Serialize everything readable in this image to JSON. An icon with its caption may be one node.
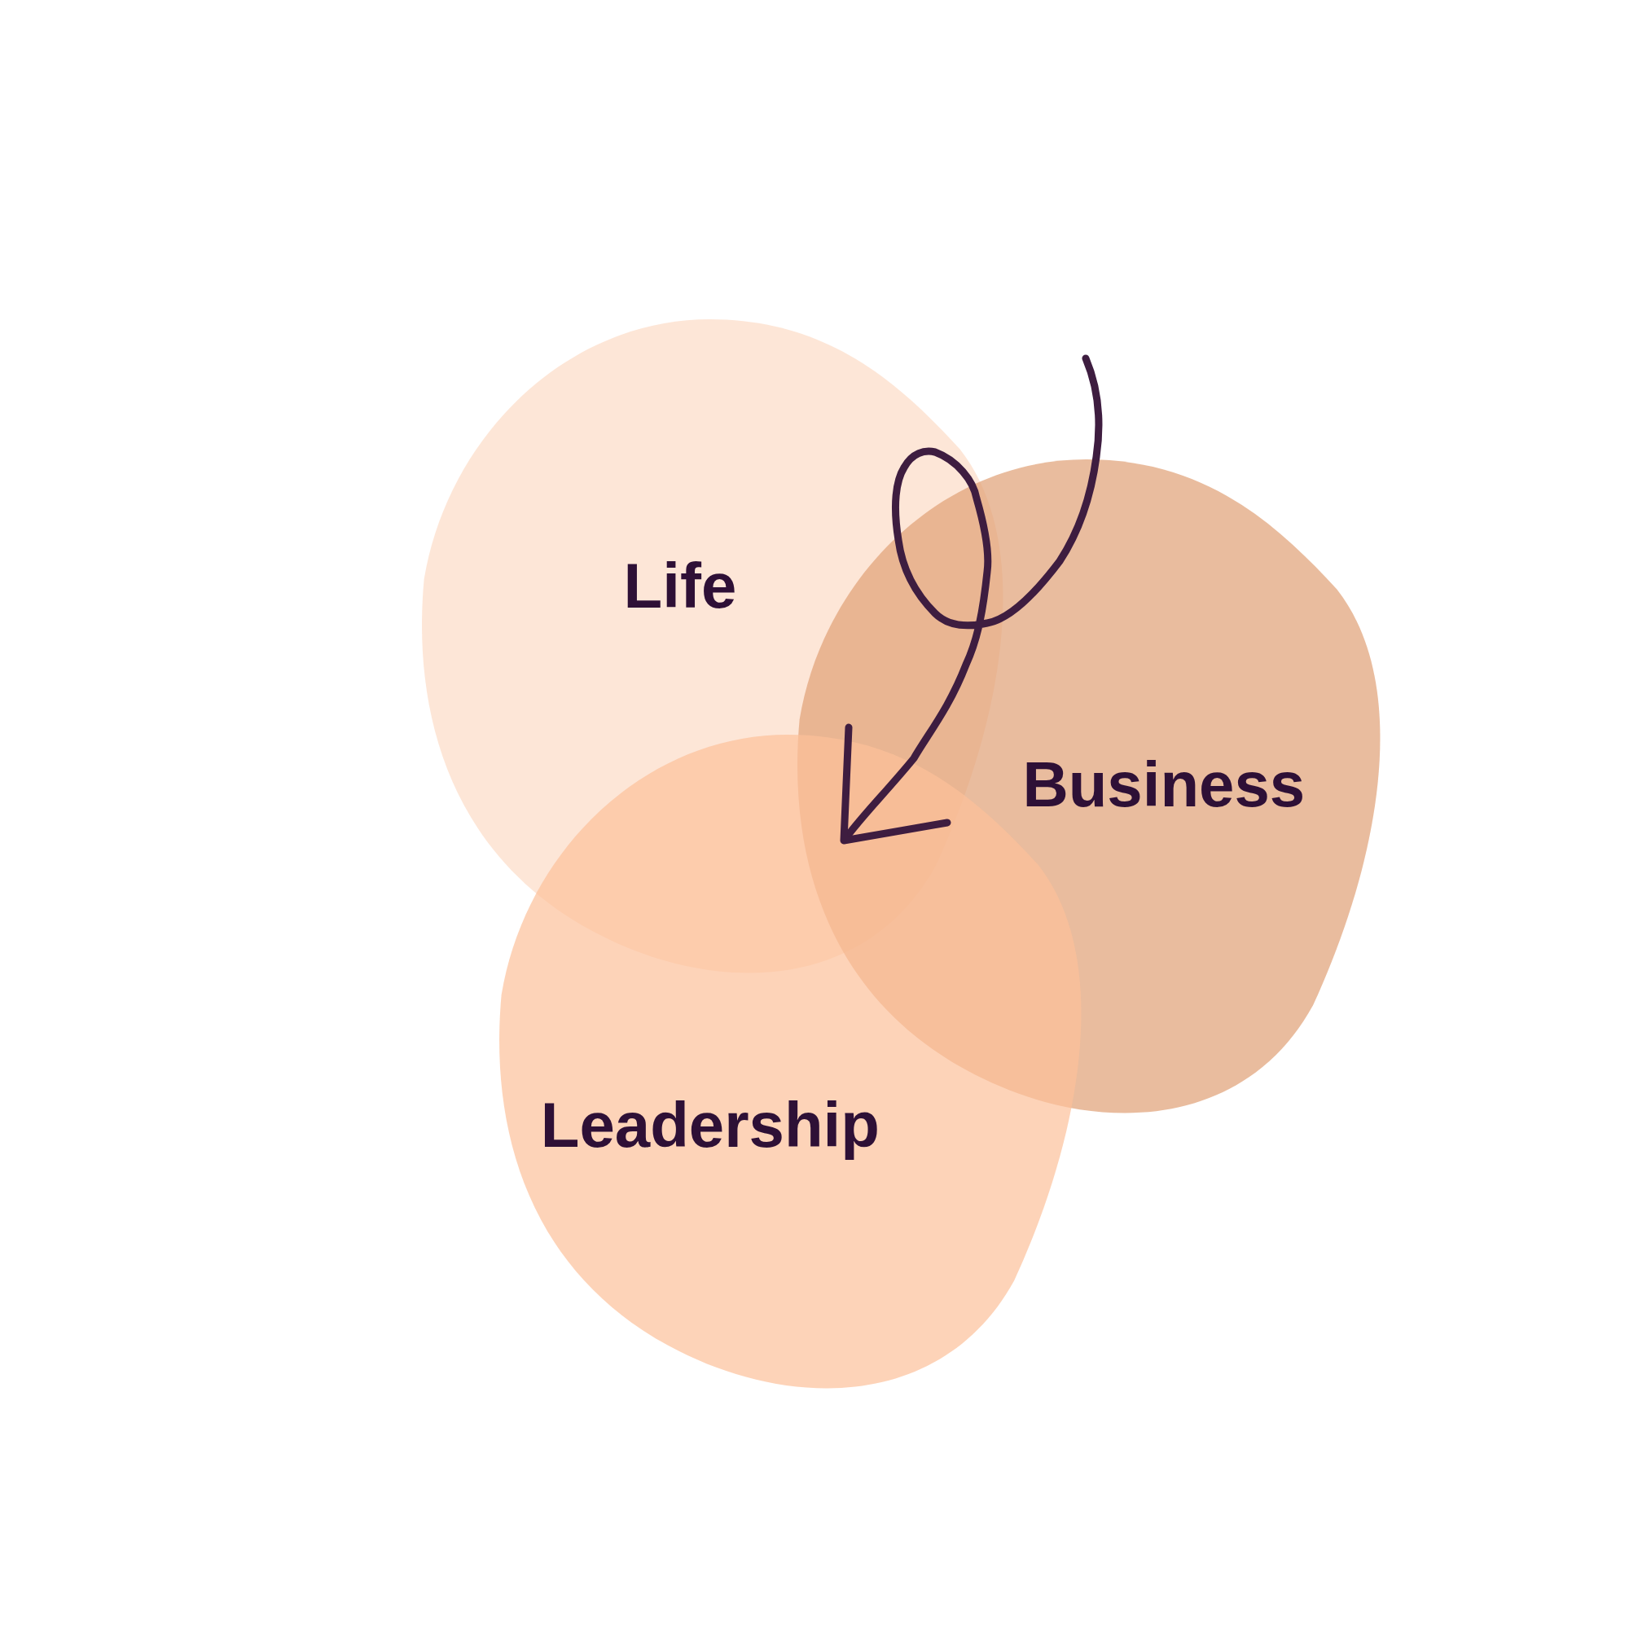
{
  "diagram": {
    "nodes": [
      {
        "text": [
          "Life"
        ]
      },
      {
        "text": [
          "Business"
        ]
      },
      {
        "text": [
          "Leadership"
        ]
      }
    ]
  }
}
